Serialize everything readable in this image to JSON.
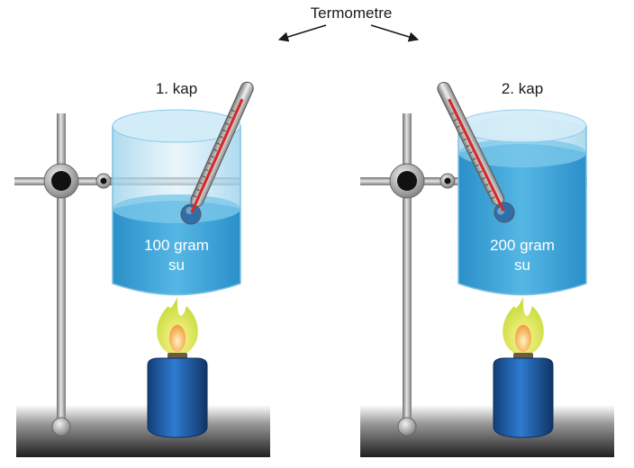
{
  "diagram": {
    "thermometer_label": "Termometre",
    "setups": [
      {
        "title": "1. kap",
        "mass": "100 gram",
        "substance": "su"
      },
      {
        "title": "2. kap",
        "mass": "200 gram",
        "substance": "su"
      }
    ],
    "colors": {
      "water": "#3aa3d8",
      "beaker_glass": "#bfe3f3",
      "burner_body": "#1e5fa8",
      "flame_outer": "#d9e64a",
      "flame_inner": "#f5a23a",
      "mercury": "#d42a2a",
      "rod": "#a8a8a8",
      "base": "#3b3b3b"
    }
  }
}
